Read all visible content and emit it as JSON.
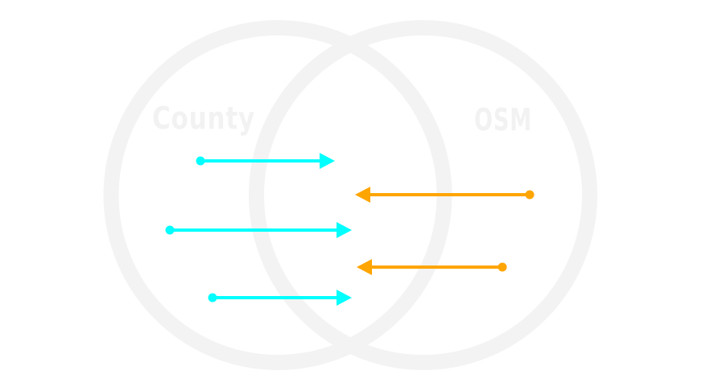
{
  "diagram": {
    "type": "venn",
    "sets": [
      {
        "id": "county",
        "label": "County"
      },
      {
        "id": "osm",
        "label": "OSM"
      }
    ],
    "colors": {
      "ring": "#f3f3f3",
      "label": "#f2f2f2",
      "county_arrow": "#00ffff",
      "osm_arrow": "#ffa500",
      "background": "#ffffff"
    },
    "arrows": [
      {
        "from": "county",
        "direction": "right",
        "color_key": "county_arrow"
      },
      {
        "from": "osm",
        "direction": "left",
        "color_key": "osm_arrow"
      },
      {
        "from": "county",
        "direction": "right",
        "color_key": "county_arrow"
      },
      {
        "from": "osm",
        "direction": "left",
        "color_key": "osm_arrow"
      },
      {
        "from": "county",
        "direction": "right",
        "color_key": "county_arrow"
      }
    ]
  }
}
